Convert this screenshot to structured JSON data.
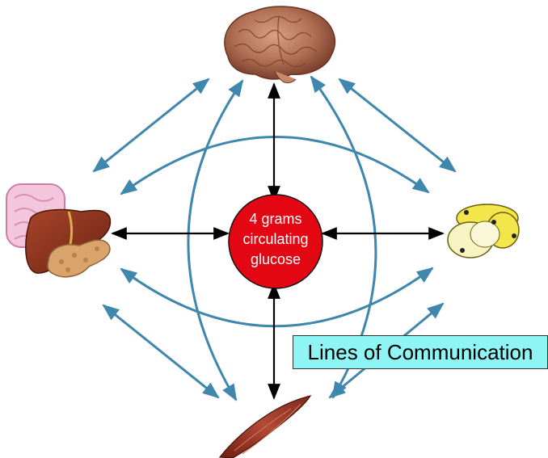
{
  "center": {
    "line1": "4 grams",
    "line2": "circulating",
    "line3": "glucose",
    "fill_color": "#e30613"
  },
  "caption": {
    "text": "Lines of Communication"
  },
  "organs": [
    {
      "name": "brain",
      "position": "top"
    },
    {
      "name": "liver-pancreas-intestine",
      "position": "left"
    },
    {
      "name": "adipose-tissue",
      "position": "right"
    },
    {
      "name": "muscle",
      "position": "bottom"
    }
  ],
  "colors": {
    "direct_arrow": "#000000",
    "communication_line": "#3f87ad",
    "caption_background": "#8ef4f4"
  }
}
